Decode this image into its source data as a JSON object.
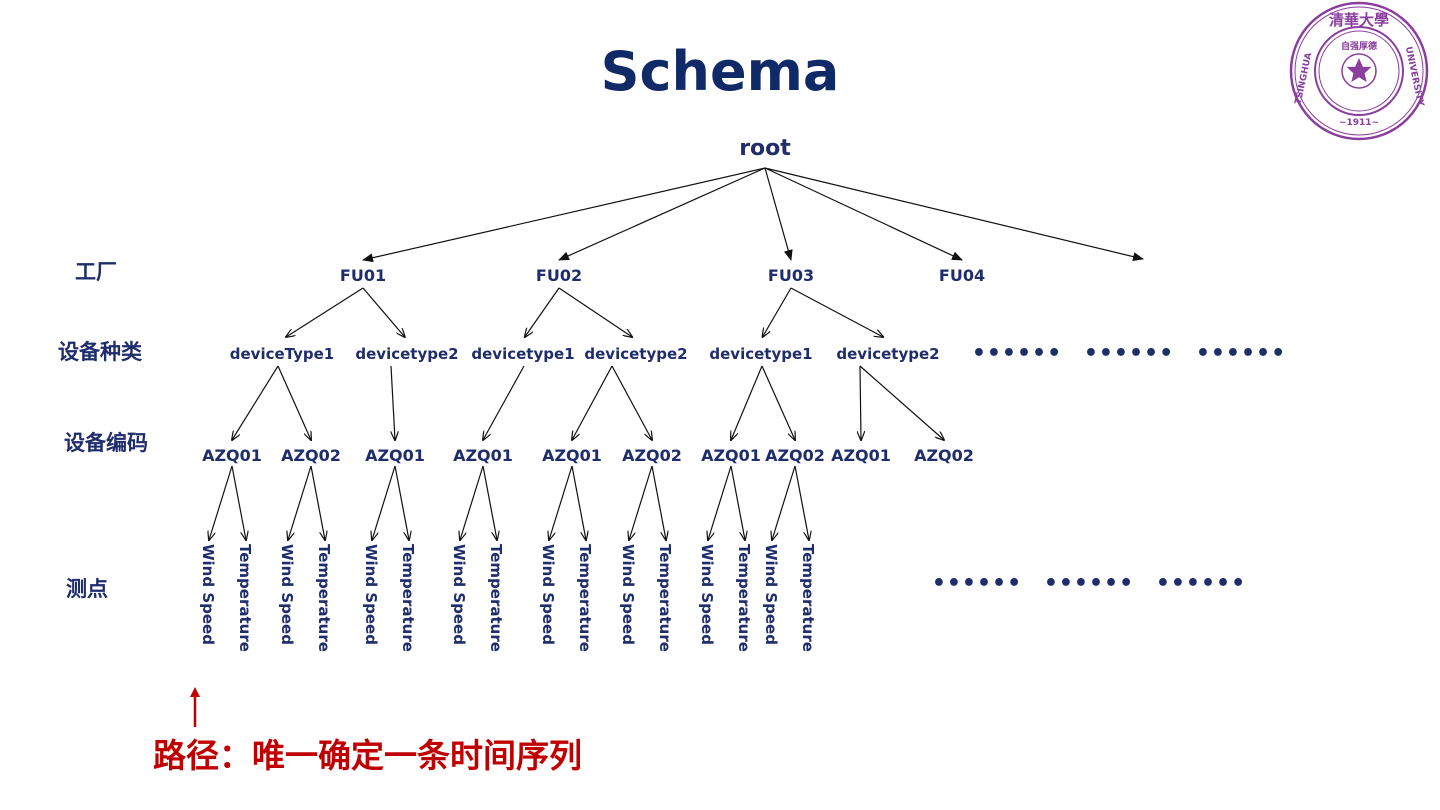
{
  "title": "Schema",
  "caption": "路径：唯一确定一条时间序列",
  "levels": [
    "工厂",
    "设备种类",
    "设备编码",
    "测点"
  ],
  "colors": {
    "node_text": "#1f2d6b",
    "title": "#0f2a66",
    "caption": "#c00000",
    "edge": "#111111",
    "seal": "#8a3f9e"
  },
  "seal": {
    "top_text": "清華大學",
    "left_text": "TSINGHUA",
    "right_text": "UNIVERSITY",
    "year": "~1911~",
    "center_text": "自强厚德",
    "icon": "tsinghua-seal-icon"
  },
  "ellipsis": "••••••",
  "tree": {
    "root": "root",
    "factories": [
      "FU01",
      "FU02",
      "FU03",
      "FU04"
    ],
    "device_types": [
      {
        "factory": 0,
        "label": "deviceType1"
      },
      {
        "factory": 0,
        "label": "devicetype2"
      },
      {
        "factory": 1,
        "label": "devicetype1"
      },
      {
        "factory": 1,
        "label": "devicetype2"
      },
      {
        "factory": 2,
        "label": "devicetype1"
      },
      {
        "factory": 2,
        "label": "devicetype2"
      }
    ],
    "device_codes": [
      {
        "type": 0,
        "label": "AZQ01"
      },
      {
        "type": 0,
        "label": "AZQ02"
      },
      {
        "type": 1,
        "label": "AZQ01"
      },
      {
        "type": 2,
        "label": "AZQ01"
      },
      {
        "type": 3,
        "label": "AZQ01"
      },
      {
        "type": 3,
        "label": "AZQ02"
      },
      {
        "type": 4,
        "label": "AZQ01"
      },
      {
        "type": 4,
        "label": "AZQ02"
      },
      {
        "type": 5,
        "label": "AZQ01"
      },
      {
        "type": 5,
        "label": "AZQ02"
      }
    ],
    "measurements": [
      "Wind Speed",
      "Temperature"
    ],
    "codes_with_measurements": [
      0,
      1,
      2,
      3,
      4,
      5,
      6,
      7
    ]
  }
}
